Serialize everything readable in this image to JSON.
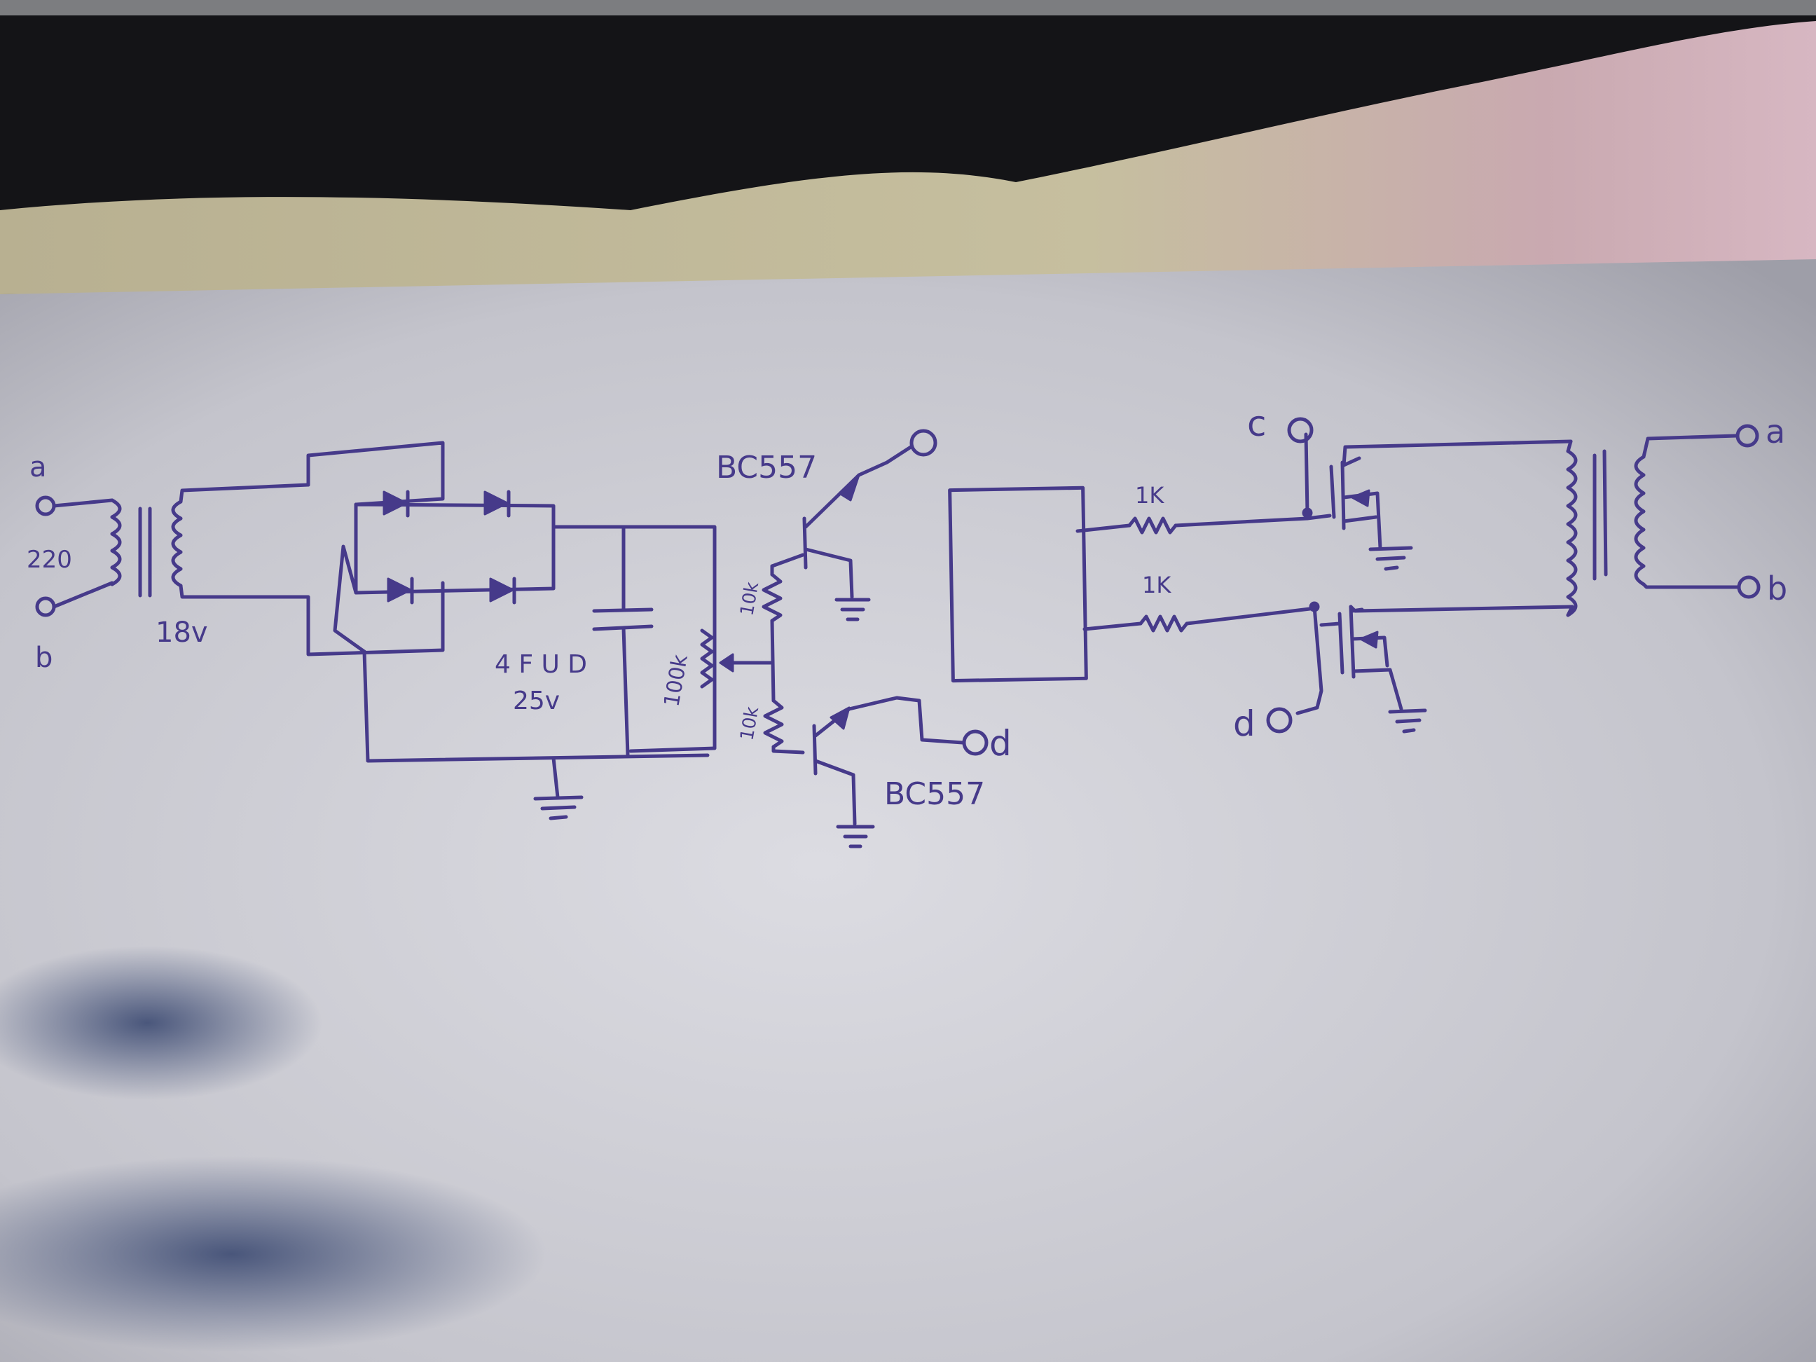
{
  "colors": {
    "ink": "#463a8a",
    "paper": "#d2d2d8",
    "fabric": "#c9c2a6",
    "dark": "#141417"
  },
  "labels": {
    "input_top": "a",
    "input_voltage": "220",
    "input_bottom": "b",
    "secondary_voltage": "18v",
    "cap_value": "4 F U D",
    "cap_voltage": "25v",
    "pot_value": "100k",
    "r_top": "10k",
    "r_bottom": "10k",
    "q_top": "BC557",
    "q_bottom": "BC557",
    "term_d_bottom": "d",
    "r1": "1K",
    "r2": "1K",
    "term_c": "c",
    "term_d": "d",
    "out_a": "a",
    "out_b": "b"
  }
}
